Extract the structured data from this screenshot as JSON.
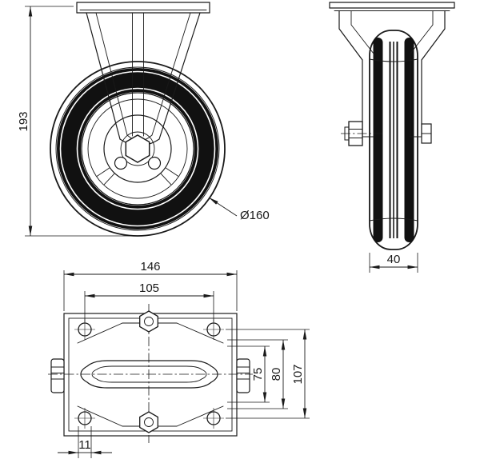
{
  "colors": {
    "background": "#ffffff",
    "line": "#1a1a1a"
  },
  "views": {
    "side": {
      "dimensions": {
        "overall_height": "193",
        "wheel_diameter": "Ø160"
      }
    },
    "front": {
      "dimensions": {
        "wheel_width": "40"
      }
    },
    "plan": {
      "dimensions": {
        "plate_width": "146",
        "bolt_hole_spacing_width": "105",
        "bolt_hole_spacing_depth_min": "75",
        "bolt_hole_spacing_depth_max": "80",
        "plate_depth": "107",
        "bolt_hole_width": "11"
      }
    }
  }
}
